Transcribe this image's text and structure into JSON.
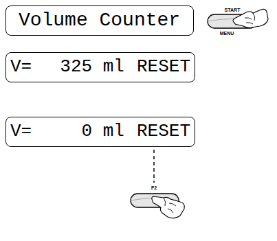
{
  "diagram": {
    "nodes": [
      {
        "text": [
          "Volume Counter"
        ]
      },
      {
        "text": [
          "V=",
          "325 ml",
          "RESET"
        ]
      },
      {
        "text": [
          "V=",
          "0 ml",
          "RESET"
        ]
      }
    ],
    "labels": [
      "START",
      "MENU",
      "F2"
    ]
  }
}
